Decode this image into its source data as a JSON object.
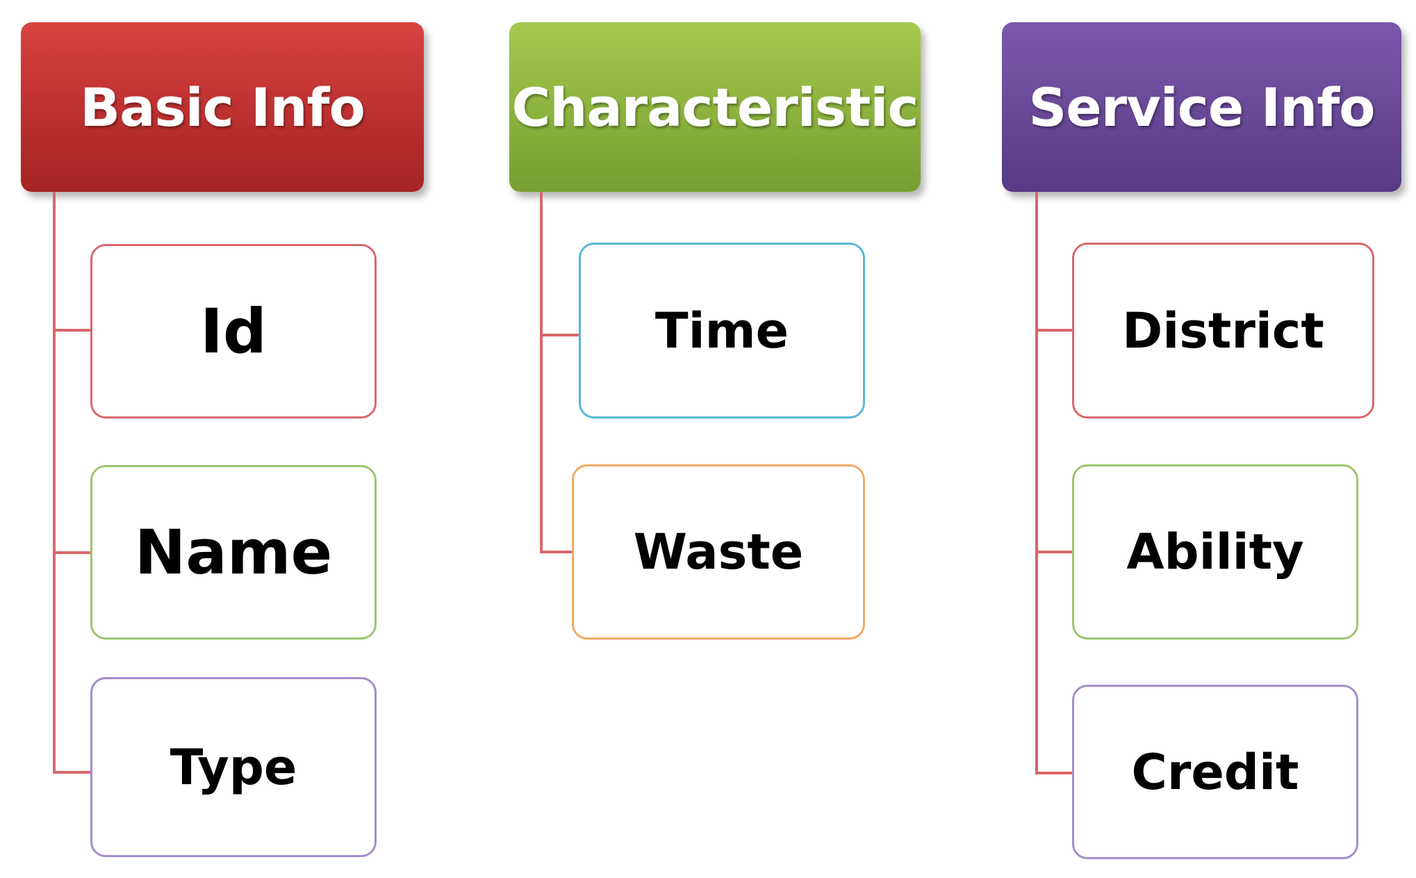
{
  "columns": [
    {
      "title": "Basic Info",
      "items": [
        "Id",
        "Name",
        "Type"
      ]
    },
    {
      "title": "Characteristic",
      "items": [
        "Time",
        "Waste"
      ]
    },
    {
      "title": "Service Info",
      "items": [
        "District",
        "Ability",
        "Credit"
      ]
    }
  ],
  "colors": {
    "basic_info_header": "#c13333",
    "characteristic_header": "#8db43f",
    "service_info_header": "#694a99",
    "connector": "#d8676a",
    "border_red": "#d9686c",
    "border_green": "#9cc56f",
    "border_purple": "#a48ccc",
    "border_cyan": "#58b7d6",
    "border_orange": "#f6a866"
  }
}
